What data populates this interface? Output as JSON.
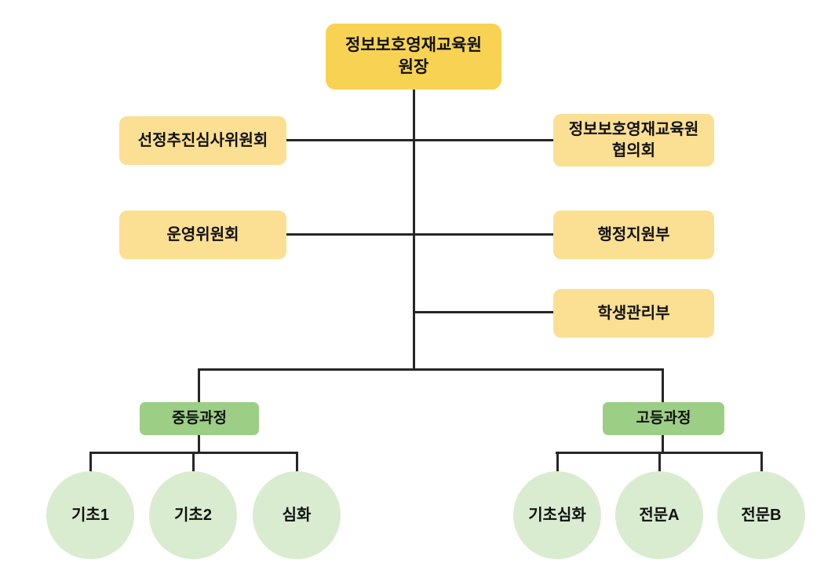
{
  "org_chart": {
    "root": {
      "label": "정보보호영재교육원\n원장"
    },
    "left_committees": [
      {
        "label": "선정추진심사위원회"
      },
      {
        "label": "운영위원회"
      }
    ],
    "right_departments": [
      {
        "label": "정보보호영재교육원\n협의회"
      },
      {
        "label": "행정지원부"
      },
      {
        "label": "학생관리부"
      }
    ],
    "courses": [
      {
        "label": "중등과정",
        "tracks": [
          {
            "label": "기초1"
          },
          {
            "label": "기초2"
          },
          {
            "label": "심화"
          }
        ]
      },
      {
        "label": "고등과정",
        "tracks": [
          {
            "label": "기초심화"
          },
          {
            "label": "전문A"
          },
          {
            "label": "전문B"
          }
        ]
      }
    ],
    "colors": {
      "root_box": "#F8D353",
      "committee_box": "#FBDF92",
      "course_box": "#9CCE85",
      "track_circle": "#D9ECD0",
      "connector": "#262626"
    }
  }
}
